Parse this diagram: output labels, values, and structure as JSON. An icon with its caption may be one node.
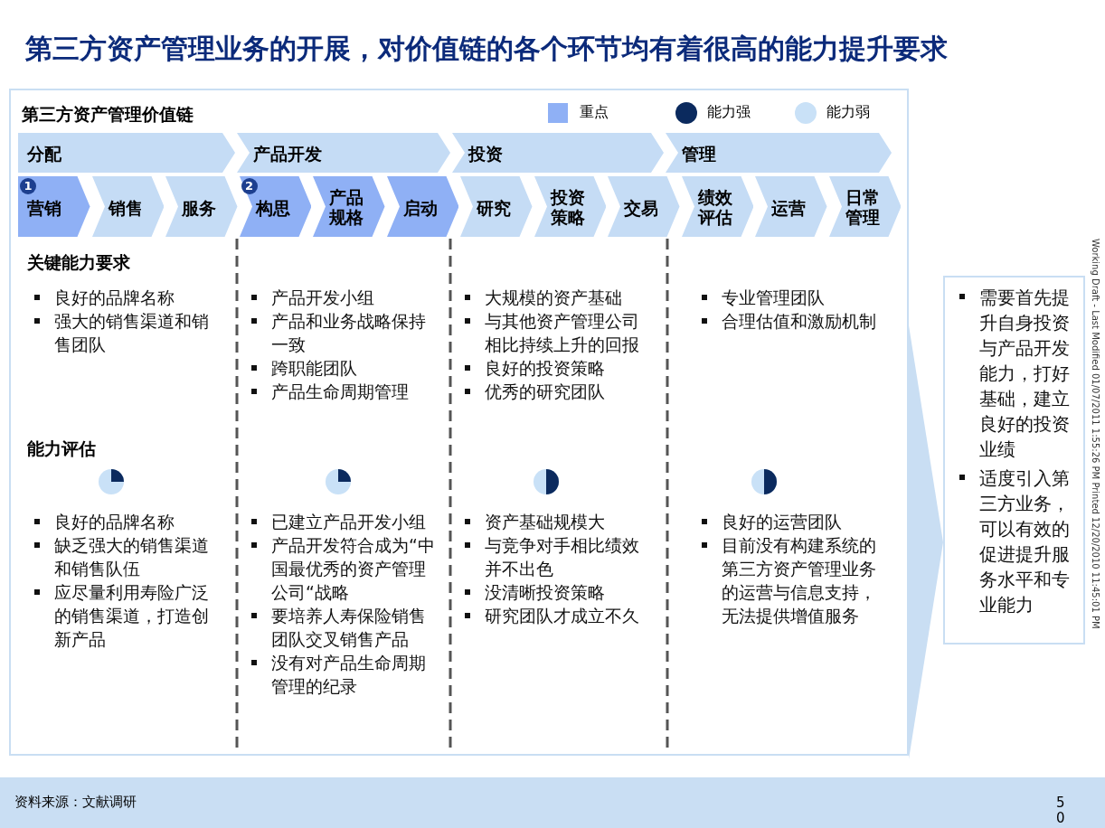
{
  "diagram": {
    "title": "第三方资产管理业务的开展，对价值链的各个环节均有着很高的能力提升要求",
    "nodes": [
      {
        "text": [
          "第三方资产管理价值链"
        ]
      },
      {
        "text": [
          "分配"
        ],
        "in": 0
      },
      {
        "text": [
          "产品开发"
        ],
        "in": 0
      },
      {
        "text": [
          "投资"
        ],
        "in": 0
      },
      {
        "text": [
          "管理"
        ],
        "in": 0
      },
      {
        "text": [
          "营销"
        ],
        "in": 0
      },
      {
        "text": [
          "销售"
        ],
        "in": 0
      },
      {
        "text": [
          "服务"
        ],
        "in": 0
      },
      {
        "text": [
          "构思"
        ],
        "in": 0
      },
      {
        "text": [
          "产品规格"
        ],
        "in": 0
      },
      {
        "text": [
          "启动"
        ],
        "in": 0
      },
      {
        "text": [
          "研究"
        ],
        "in": 0
      },
      {
        "text": [
          "投资策略"
        ],
        "in": 0
      },
      {
        "text": [
          "交易"
        ],
        "in": 0
      },
      {
        "text": [
          "绩效评估"
        ],
        "in": 0
      },
      {
        "text": [
          "运营"
        ],
        "in": 0
      },
      {
        "text": [
          "日常管理"
        ],
        "in": 0
      },
      {
        "text": [
          "需要首先提升自身投资与产品开发能力，打好基础，建立良好的投资业绩",
          "适度引入第三方业务，可以有效的促进提升服务水平和专业能力"
        ]
      }
    ],
    "edges": [
      {
        "from": 0,
        "to": 17,
        "arrow": "to"
      }
    ],
    "labels": [
      "1",
      "2",
      "关键能力要求",
      "良好的品牌名称",
      "强大的销售渠道和销售团队",
      "产品开发小组",
      "产品和业务战略保持一致",
      "跨职能团队",
      "产品生命周期管理",
      "大规模的资产基础",
      "与其他资产管理公司相比持续上升的回报",
      "良好的投资策略",
      "优秀的研究团队",
      "专业管理团队",
      "合理估值和激励机制",
      "能力评估",
      "良好的品牌名称",
      "缺乏强大的销售渠道和销售队伍",
      "应尽量利用寿险广泛的销售渠道，打造创新产品",
      "已建立产品开发小组",
      "产品开发符合成为“中国最优秀的资产管理公司“战略",
      "要培养人寿保险销售团队交叉销售产品",
      "没有对产品生命周期管理的纪录",
      "资产基础规模大",
      "与竞争对手相比绩效并不出色",
      "没清晰投资策略",
      "研究团队才成立不久",
      "良好的运营团队",
      "目前没有构建系统的第三方资产管理业务的运营与信息支持，无法提供增值服务",
      "Working Draft - Last Modified 01/07/2011 1:55:26 PM   Printed 12/20/2010 11:45:01 PM",
      "资料来源：文献调研",
      "50"
    ],
    "legend": [
      {
        "text": "重点",
        "color": "#8fb0f5"
      },
      {
        "text": "能力强",
        "color": "#0b2a5e"
      },
      {
        "text": "能力弱",
        "color": "#c9e1f7"
      }
    ]
  }
}
